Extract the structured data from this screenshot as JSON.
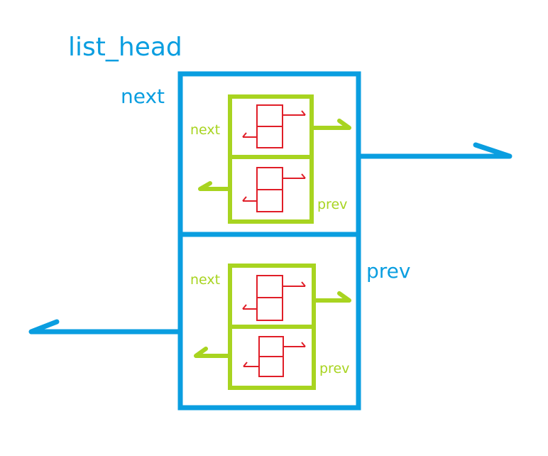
{
  "title": "list_head",
  "outer": {
    "next_label": "next",
    "prev_label": "prev"
  },
  "inner_nodes": [
    {
      "next_label": "next",
      "prev_label": "prev"
    },
    {
      "next_label": "next",
      "prev_label": "prev"
    }
  ],
  "colors": {
    "outer": "#0a9ee0",
    "inner": "#a8d420",
    "nested": "#e01e28"
  }
}
